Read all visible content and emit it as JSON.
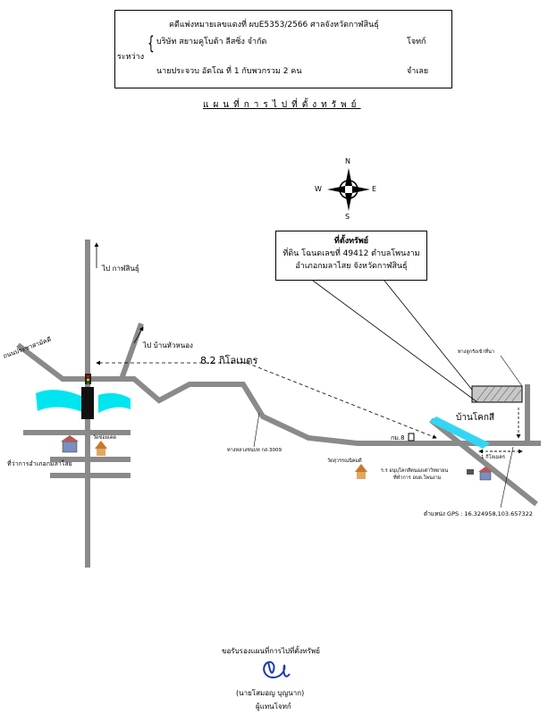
{
  "header": {
    "case_line": "คดีแพ่งหมายเลขแดงที่  ผบE5353/2566   ศาลจังหวัดกาฬสินธุ์",
    "between_label": "ระหว่าง",
    "plaintiff_name": "บริษัท สยามคูโบต้า ลีสซิ่ง จำกัด",
    "plaintiff_role": "โจทก์",
    "defendant_name": "นายประจวบ  อัตโณ ที่  1  กับพวกรวม 2 คน",
    "defendant_role": "จำเลย"
  },
  "title": "แผนที่การไปที่ตั้งทรัพย์",
  "compass": {
    "n": "N",
    "s": "S",
    "e": "E",
    "w": "W"
  },
  "property_box": {
    "line1": "ที่ตั้งทรัพย์",
    "line2": "ที่ดิน โฉนดเลขที่ 49412 ตำบลโพนงาม",
    "line3": "อำเภอกมลาไสย  จังหวัดกาฬสินธุ์"
  },
  "labels": {
    "to_kalasin": "ไป กาฬสินธุ์",
    "to_ban_nong": "ไป บ้านหัวหนอง",
    "road_name": "ถนนประชาสามัคคี",
    "distance_main": "8.2 กิโลเมตร",
    "rural_road": "ทางหลวงชนบท กส.3009",
    "km_marker": "กม.8",
    "ban_khok_si": "บ้านโคกสี",
    "one_km": "1 กิโลเมตร",
    "side_road": "ทางลูกรังเข้าที่นา",
    "temple_left": "วัดข่อยเคด",
    "temple_mid": "วัดสุวรรณนิคมดี",
    "amphoe_office": "ที่ว่าการอำเภอกมลาไสย",
    "school_line1": "ร.ร อนุบุโคกสีตนองเต่าวิทยายน",
    "school_line2": "ที่ทำการ อบต.โพนงาม",
    "gps": "ตำแหน่ง GPS : 16.324958,103.657322"
  },
  "signature": {
    "certify": "ขอรับรองแผนที่การไปที่ตั้งทรัพย์",
    "name": "(นายโสมอญ    บุญนาก)",
    "role": "ผู้แทนโจทก์"
  }
}
